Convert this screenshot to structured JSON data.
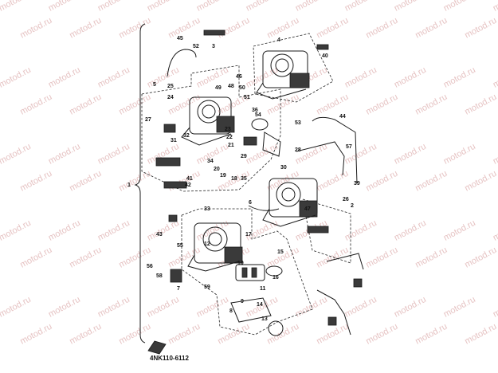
{
  "diagram": {
    "watermark_text": "motod.ru",
    "figure_code": "4NK110-6112",
    "group_label": "1",
    "callouts": [
      {
        "t": "45"
      },
      {
        "t": "52"
      },
      {
        "t": "3"
      },
      {
        "t": "4"
      },
      {
        "t": "40"
      },
      {
        "t": "50"
      },
      {
        "t": "51"
      },
      {
        "t": "5"
      },
      {
        "t": "25"
      },
      {
        "t": "24"
      },
      {
        "t": "49"
      },
      {
        "t": "48"
      },
      {
        "t": "46"
      },
      {
        "t": "54"
      },
      {
        "t": "27"
      },
      {
        "t": "31"
      },
      {
        "t": "32"
      },
      {
        "t": "36"
      },
      {
        "t": "53"
      },
      {
        "t": "44"
      },
      {
        "t": "28"
      },
      {
        "t": "23"
      },
      {
        "t": "22"
      },
      {
        "t": "21"
      },
      {
        "t": "34"
      },
      {
        "t": "29"
      },
      {
        "t": "57"
      },
      {
        "t": "20"
      },
      {
        "t": "19"
      },
      {
        "t": "18"
      },
      {
        "t": "35"
      },
      {
        "t": "33"
      },
      {
        "t": "30"
      },
      {
        "t": "39"
      },
      {
        "t": "26"
      },
      {
        "t": "41"
      },
      {
        "t": "42"
      },
      {
        "t": "2"
      },
      {
        "t": "47"
      },
      {
        "t": "6"
      },
      {
        "t": "43"
      },
      {
        "t": "12"
      },
      {
        "t": "55"
      },
      {
        "t": "56"
      },
      {
        "t": "58"
      },
      {
        "t": "10"
      },
      {
        "t": "17"
      },
      {
        "t": "15"
      },
      {
        "t": "16"
      },
      {
        "t": "11"
      },
      {
        "t": "14"
      },
      {
        "t": "9"
      },
      {
        "t": "8"
      },
      {
        "t": "13"
      },
      {
        "t": "59"
      },
      {
        "t": "7"
      }
    ]
  }
}
